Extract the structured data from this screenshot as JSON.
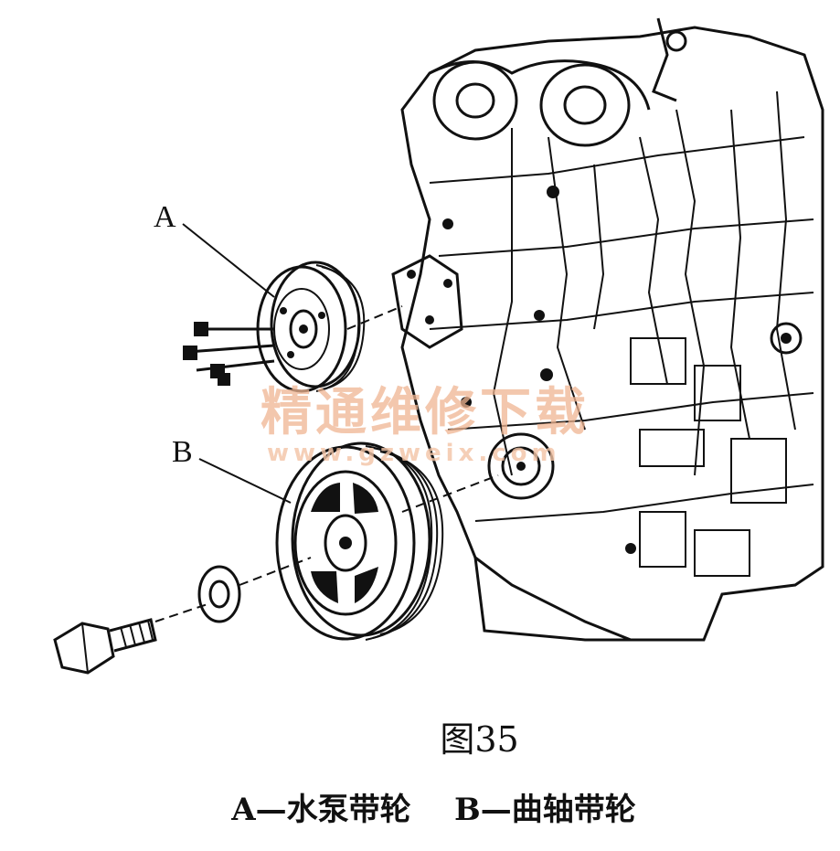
{
  "labels": {
    "a": "A",
    "b": "B"
  },
  "watermark": {
    "text": "精通维修下载",
    "url": "www.gzweix.com"
  },
  "figure": {
    "number": "图35",
    "caption": "A—水泵带轮    B—曲轴带轮"
  }
}
